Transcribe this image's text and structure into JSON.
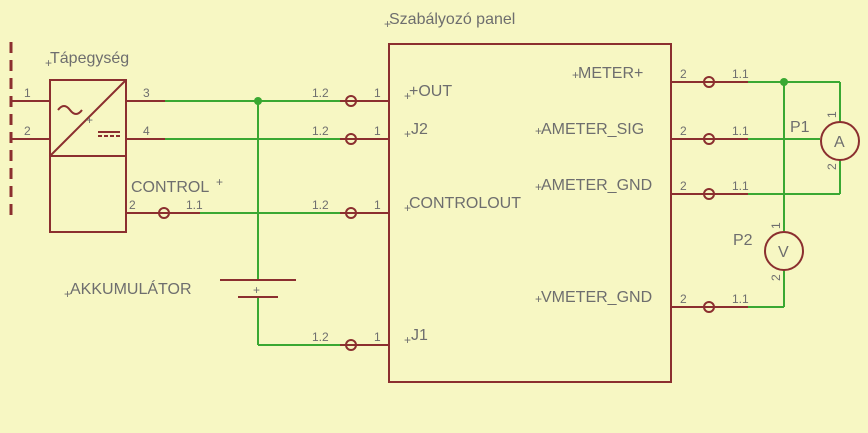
{
  "colors": {
    "background": "#f7f7c3",
    "wire": "#3aa832",
    "part": "#8b2f2f",
    "text": "#6e6e6e"
  },
  "power_supply": {
    "name": "Tápegység",
    "pin_in_1": "1",
    "pin_in_2": "2",
    "pin_out_3": "3",
    "pin_out_4": "4"
  },
  "control": {
    "name": "CONTROL",
    "pin_left": "2",
    "pin_right": "1.1"
  },
  "battery": {
    "name": "AKKUMULÁTOR",
    "plus": "+"
  },
  "panel": {
    "title": "Szabályozó panel",
    "left_pins": [
      "+OUT",
      "J2",
      "CONTROLOUT",
      "J1"
    ],
    "right_pins": [
      "METER+",
      "AMETER_SIG",
      "AMETER_GND",
      "VMETER_GND"
    ]
  },
  "connector": {
    "pin_a": "1.2",
    "pin_b": "1.1",
    "pin_panel_left": "1",
    "pin_panel_right": "2"
  },
  "meters": {
    "ammeter": {
      "name": "P1",
      "symbol": "A",
      "pin1": "1",
      "pin2": "2"
    },
    "voltmeter": {
      "name": "P2",
      "symbol": "V",
      "pin1": "1",
      "pin2": "2"
    }
  }
}
